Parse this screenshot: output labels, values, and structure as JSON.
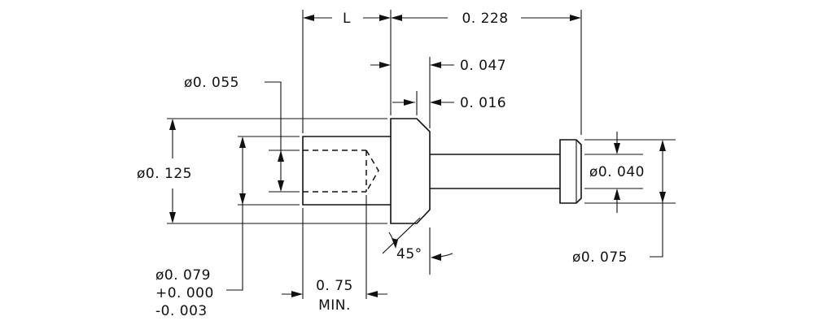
{
  "dimensions": {
    "length_label": "L",
    "overall_length": "0. 228",
    "head_width": "0. 047",
    "chamfer_width": "0. 016",
    "hole_diameter": "ø0. 055",
    "head_diameter": "ø0. 125",
    "pin_diameter": "ø0. 040",
    "tip_diameter": "ø0. 075",
    "shank_diameter": "ø0. 079",
    "shank_tol_plus": "+0. 000",
    "shank_tol_minus": "-0. 003",
    "hole_depth": "0. 75",
    "hole_depth_note": "MIN.",
    "chamfer_angle": "45°"
  }
}
